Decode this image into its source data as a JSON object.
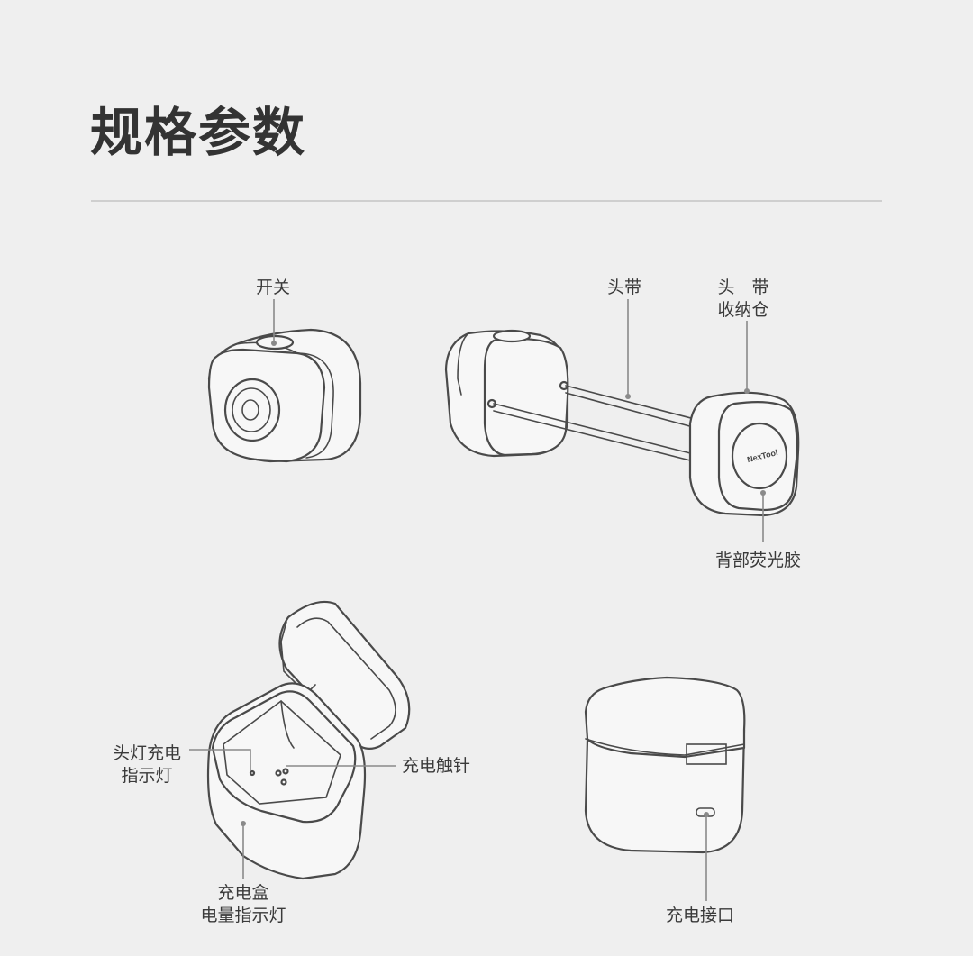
{
  "header": {
    "title": "规格参数"
  },
  "labels": {
    "switch": "开关",
    "headband": "头带",
    "headband_storage_line1": "头　带",
    "headband_storage_line2": "收纳仓",
    "back_glow": "背部荧光胶",
    "lamp_charge_line1": "头灯充电",
    "lamp_charge_line2": "指示灯",
    "charging_pins": "充电触针",
    "box_battery_line1": "充电盒",
    "box_battery_line2": "电量指示灯",
    "charging_port": "充电接口",
    "logo": "NexTool"
  }
}
